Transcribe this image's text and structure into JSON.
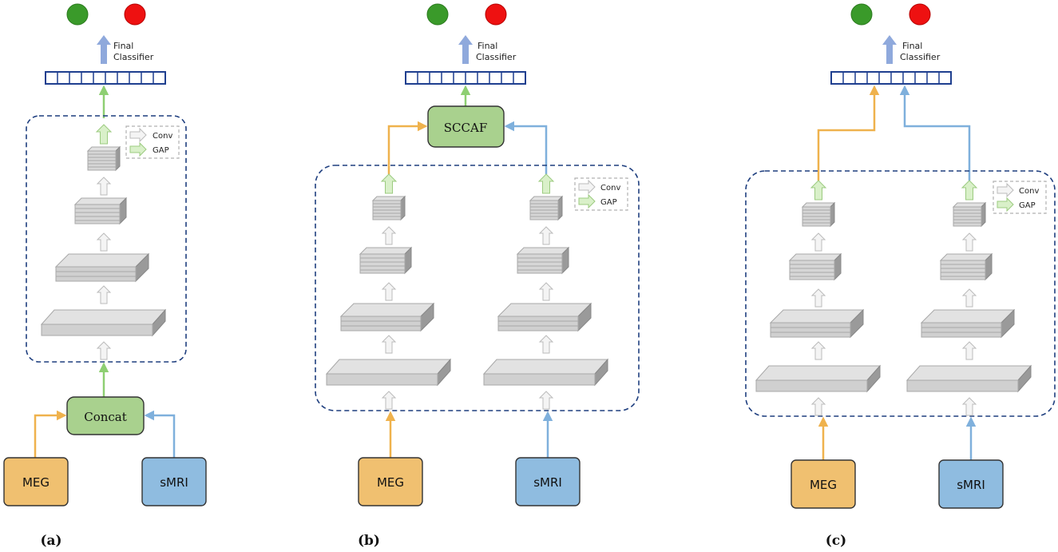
{
  "panels": [
    {
      "id": "a",
      "label": "(a)",
      "fusion_label": "Concat",
      "input_left": "MEG",
      "input_right": "sMRI",
      "classifier_label_line1": "Final",
      "classifier_label_line2": "Classifier"
    },
    {
      "id": "b",
      "label": "(b)",
      "fusion_label": "SCCAF",
      "input_left": "MEG",
      "input_right": "sMRI",
      "classifier_label_line1": "Final",
      "classifier_label_line2": "Classifier"
    },
    {
      "id": "c",
      "label": "(c)",
      "input_left": "MEG",
      "input_right": "sMRI",
      "classifier_label_line1": "Final",
      "classifier_label_line2": "Classifier"
    }
  ],
  "legend": {
    "conv": "Conv",
    "gap": "GAP"
  },
  "colors": {
    "meg": "#f0c070",
    "smri": "#8fbce0",
    "fusion": "#a9d18e",
    "out_positive": "#3a9a2a",
    "out_negative": "#ee1111",
    "dashed_border": "#1f3f7f",
    "vector_border": "#1f3f8f",
    "meg_line": "#efb24d",
    "smri_line": "#7fb0dc",
    "fusion_line": "#8ecf72",
    "classifier_arrow": "#8fa9dc"
  }
}
